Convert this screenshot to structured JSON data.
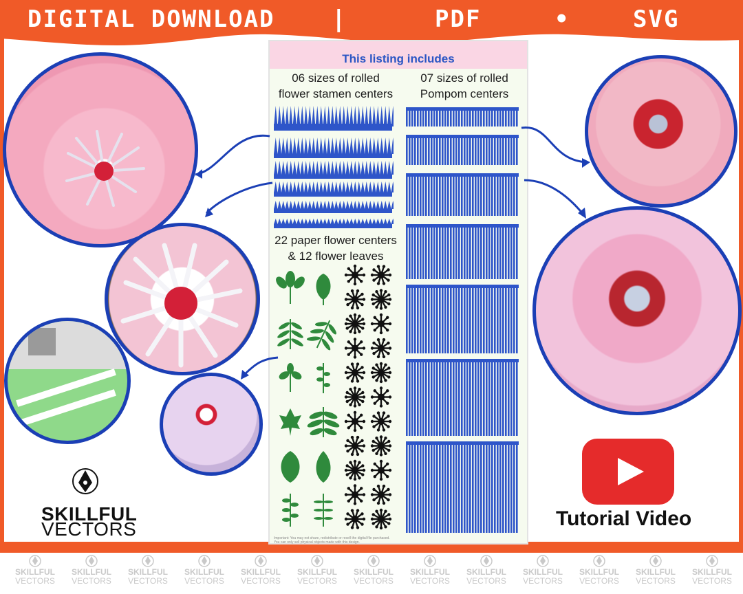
{
  "banner": {
    "items": [
      "DIGITAL DOWNLOAD",
      "|",
      "PDF",
      "•",
      "SVG"
    ],
    "color": "#f05a28"
  },
  "sheet": {
    "header": "This listing includes",
    "stamen_label_line1": "06 sizes of rolled",
    "stamen_label_line2": "flower stamen centers",
    "pompom_label_line1": "07 sizes of rolled",
    "pompom_label_line2": "Pompom centers",
    "centers_label_line1": "22 paper flower centers",
    "centers_label_line2": "& 12 flower leaves",
    "fine_print_line1": "Important: You may not share, redistribute or resell the digital file purchased.",
    "fine_print_line2": "You can only sell physical objects made with this design.",
    "accent_blue": "#2e55c9",
    "leaf_green": "#2f8a3c"
  },
  "logo": {
    "name": "SKILLFUL",
    "sub": "VECTORS"
  },
  "tutorial": {
    "label": "Tutorial Video",
    "icon": "youtube-play-icon",
    "color": "#e52b2b"
  },
  "watermark": {
    "name": "SKILLFUL",
    "sub": "VECTORS"
  }
}
